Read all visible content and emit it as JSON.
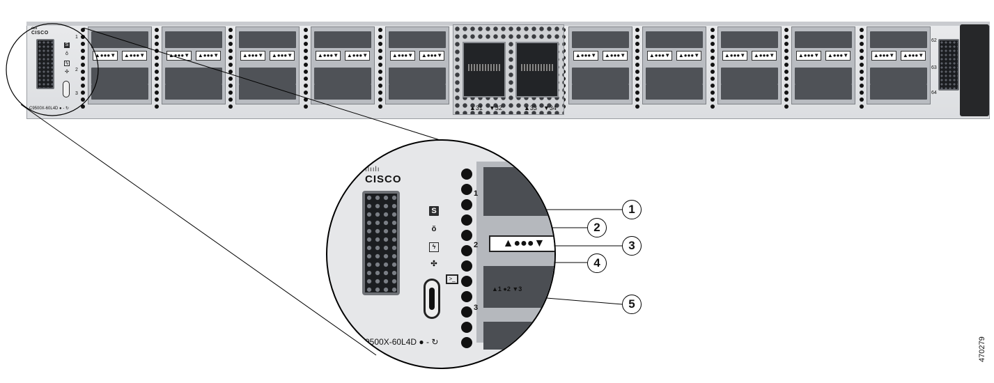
{
  "brand": {
    "logo_bars": "ılıılı",
    "logo_text": "CISCO"
  },
  "model": "C9500X-60L4D",
  "model_magnified": "9500X-60L4D",
  "reset_symbol": "● - ↻",
  "port_led_glyphs": "▲●●●▼",
  "chassis_port_numbers_left": [
    "1",
    "2",
    "3"
  ],
  "chassis_port_numbers_right": [
    "62",
    "63",
    "64"
  ],
  "qsfp_labels": [
    "▲31",
    "▼32",
    "▲33",
    "▼34"
  ],
  "magnified_port_numbers": {
    "top": "1",
    "mid": "2",
    "bottom": "3"
  },
  "magnified_led_labels": "▲1  ●2  ▼3",
  "status_icons": [
    {
      "name": "system-led",
      "glyph": "S"
    },
    {
      "name": "beacon-led",
      "glyph": "ŏ"
    },
    {
      "name": "power-led",
      "glyph": "ϟ"
    },
    {
      "name": "fan-led",
      "glyph": "✣"
    }
  ],
  "console_glyph": ">_",
  "callouts": [
    "1",
    "2",
    "3",
    "4",
    "5"
  ],
  "figure_id": "470279",
  "colors": {
    "chassis": "#e2e4e7",
    "vent": "#1b1d20",
    "ear": "#262729"
  }
}
